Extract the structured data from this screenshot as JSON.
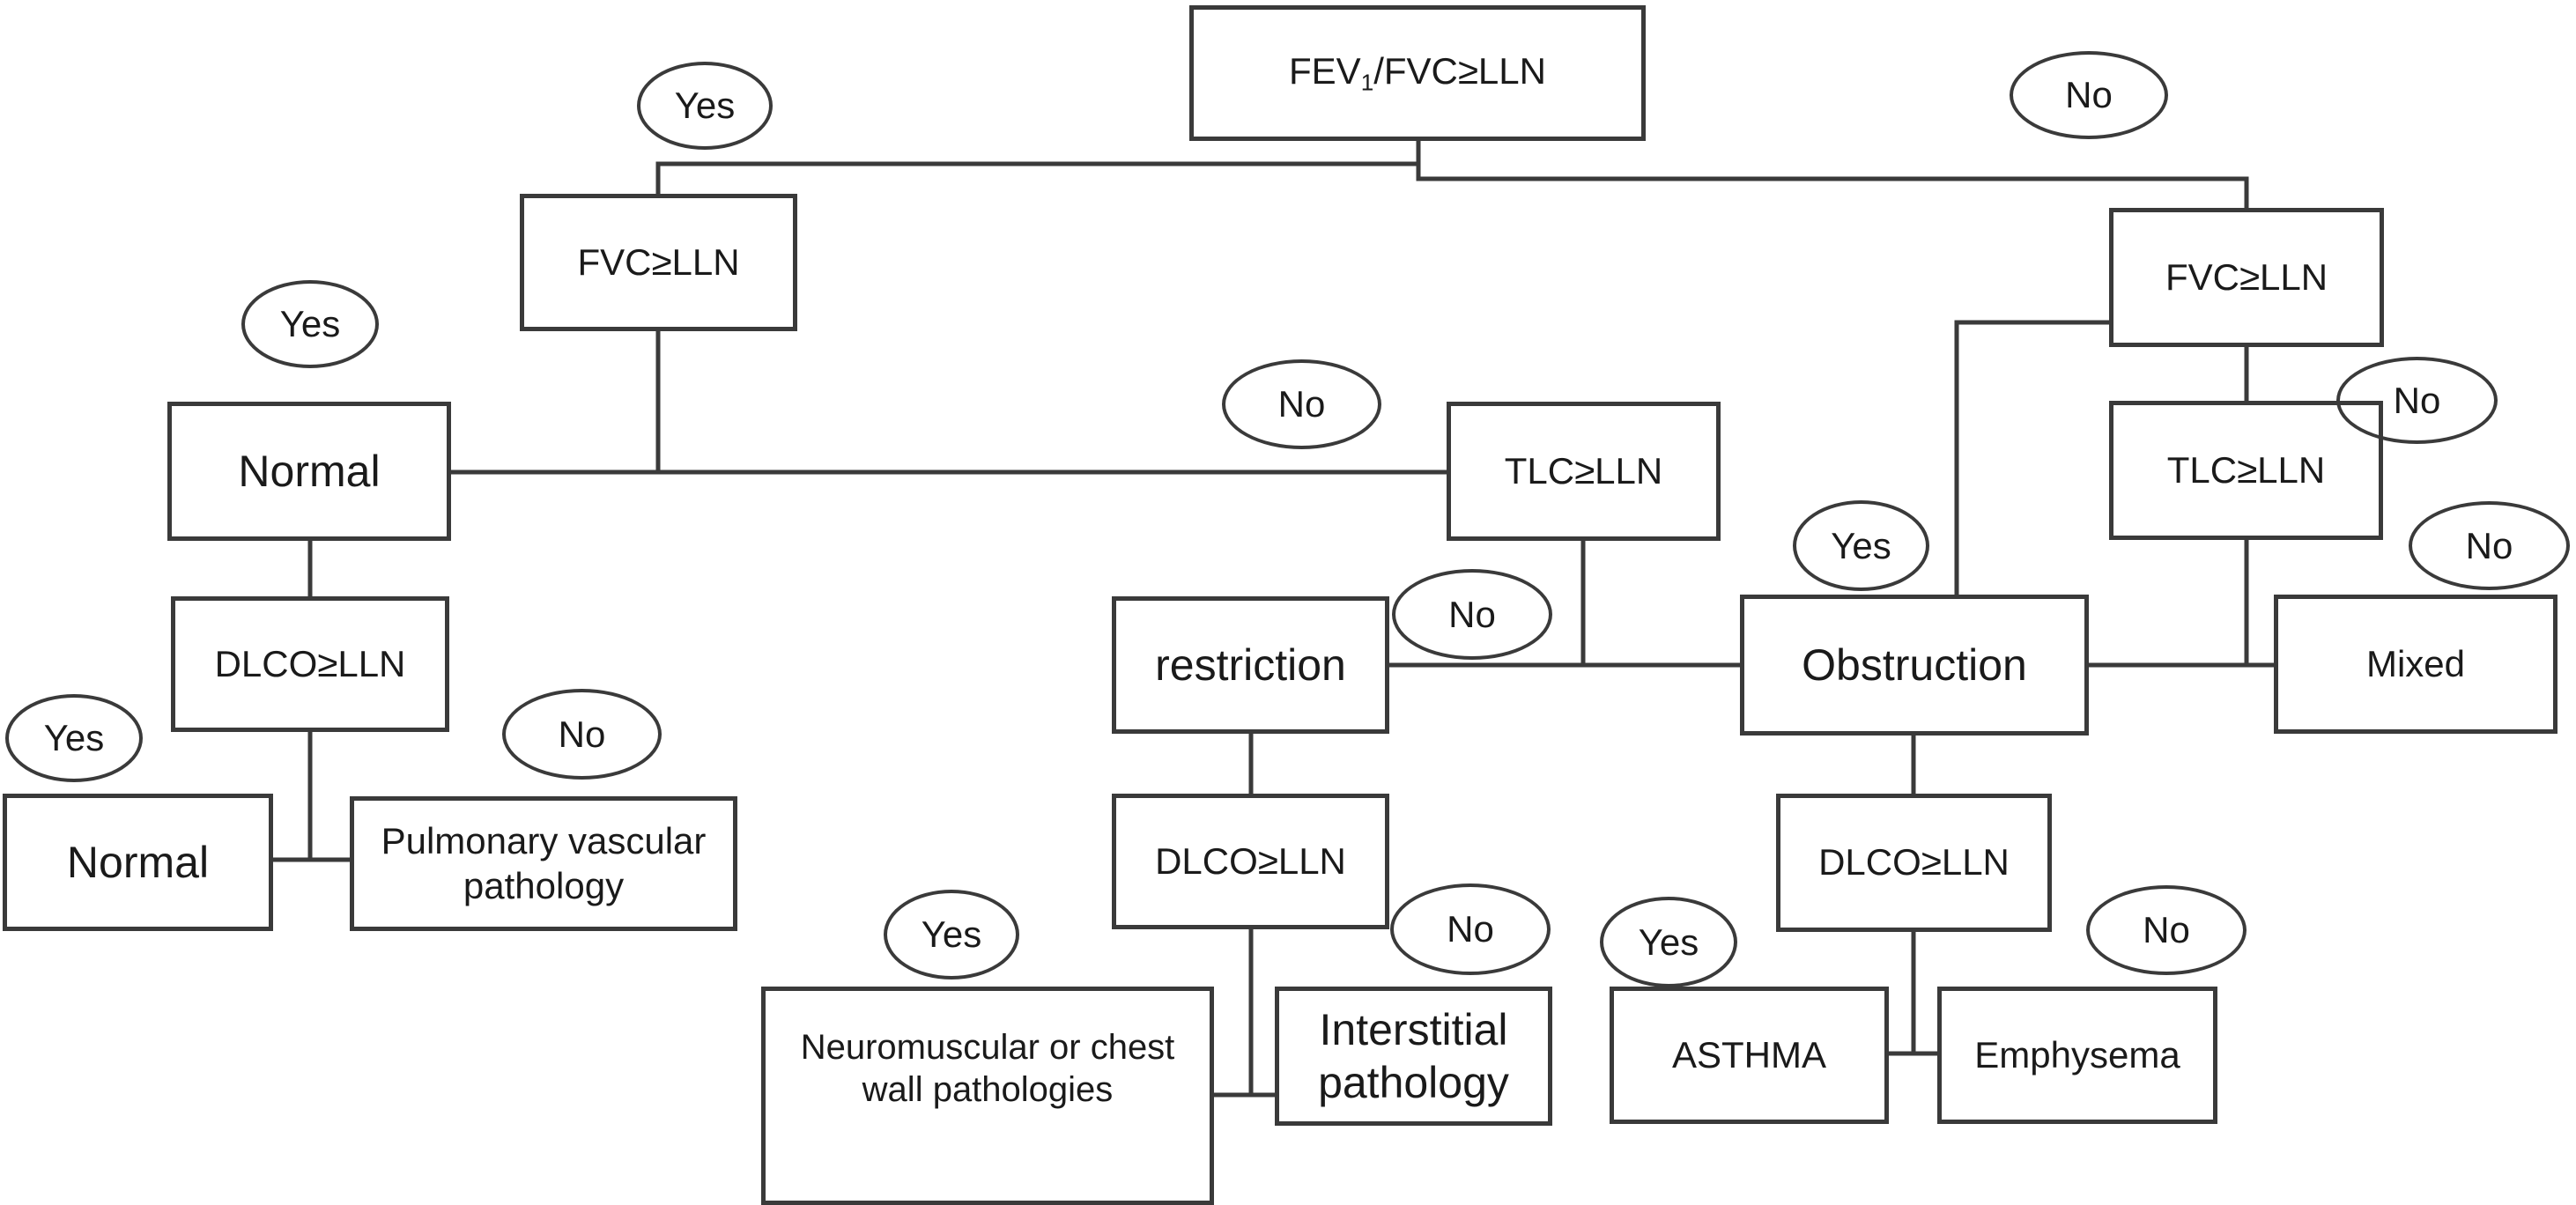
{
  "nodes": {
    "root_pre": "FEV",
    "root_sub": "1",
    "root_post": "/FVC≥LLN",
    "fvc_left": "FVC≥LLN",
    "fvc_right": "FVC≥LLN",
    "normal_top": "Normal",
    "tlc_mid": "TLC≥LLN",
    "tlc_right": "TLC≥LLN",
    "dlco_left": "DLCO≥LLN",
    "normal_bottom": "Normal",
    "pulmonary_vascular": "Pulmonary vascular pathology",
    "restriction": "restriction",
    "obstruction": "Obstruction",
    "mixed": "Mixed",
    "dlco_mid": "DLCO≥LLN",
    "dlco_right": "DLCO≥LLN",
    "neuromuscular": "Neuromuscular or chest wall pathologies",
    "interstitial": "Interstitial pathology",
    "asthma": "ASTHMA",
    "emphysema": "Emphysema"
  },
  "labels": {
    "root_yes": "Yes",
    "root_no": "No",
    "fvc_left_yes": "Yes",
    "fvc_left_no": "No",
    "fvc_right_no": "No",
    "tlc_right_yes": "Yes",
    "tlc_right_no": "No",
    "tlc_mid_no": "No",
    "dlco_left_yes": "Yes",
    "dlco_left_no": "No",
    "dlco_mid_yes": "Yes",
    "dlco_mid_no": "No",
    "dlco_right_yes": "Yes",
    "dlco_right_no": "No"
  }
}
